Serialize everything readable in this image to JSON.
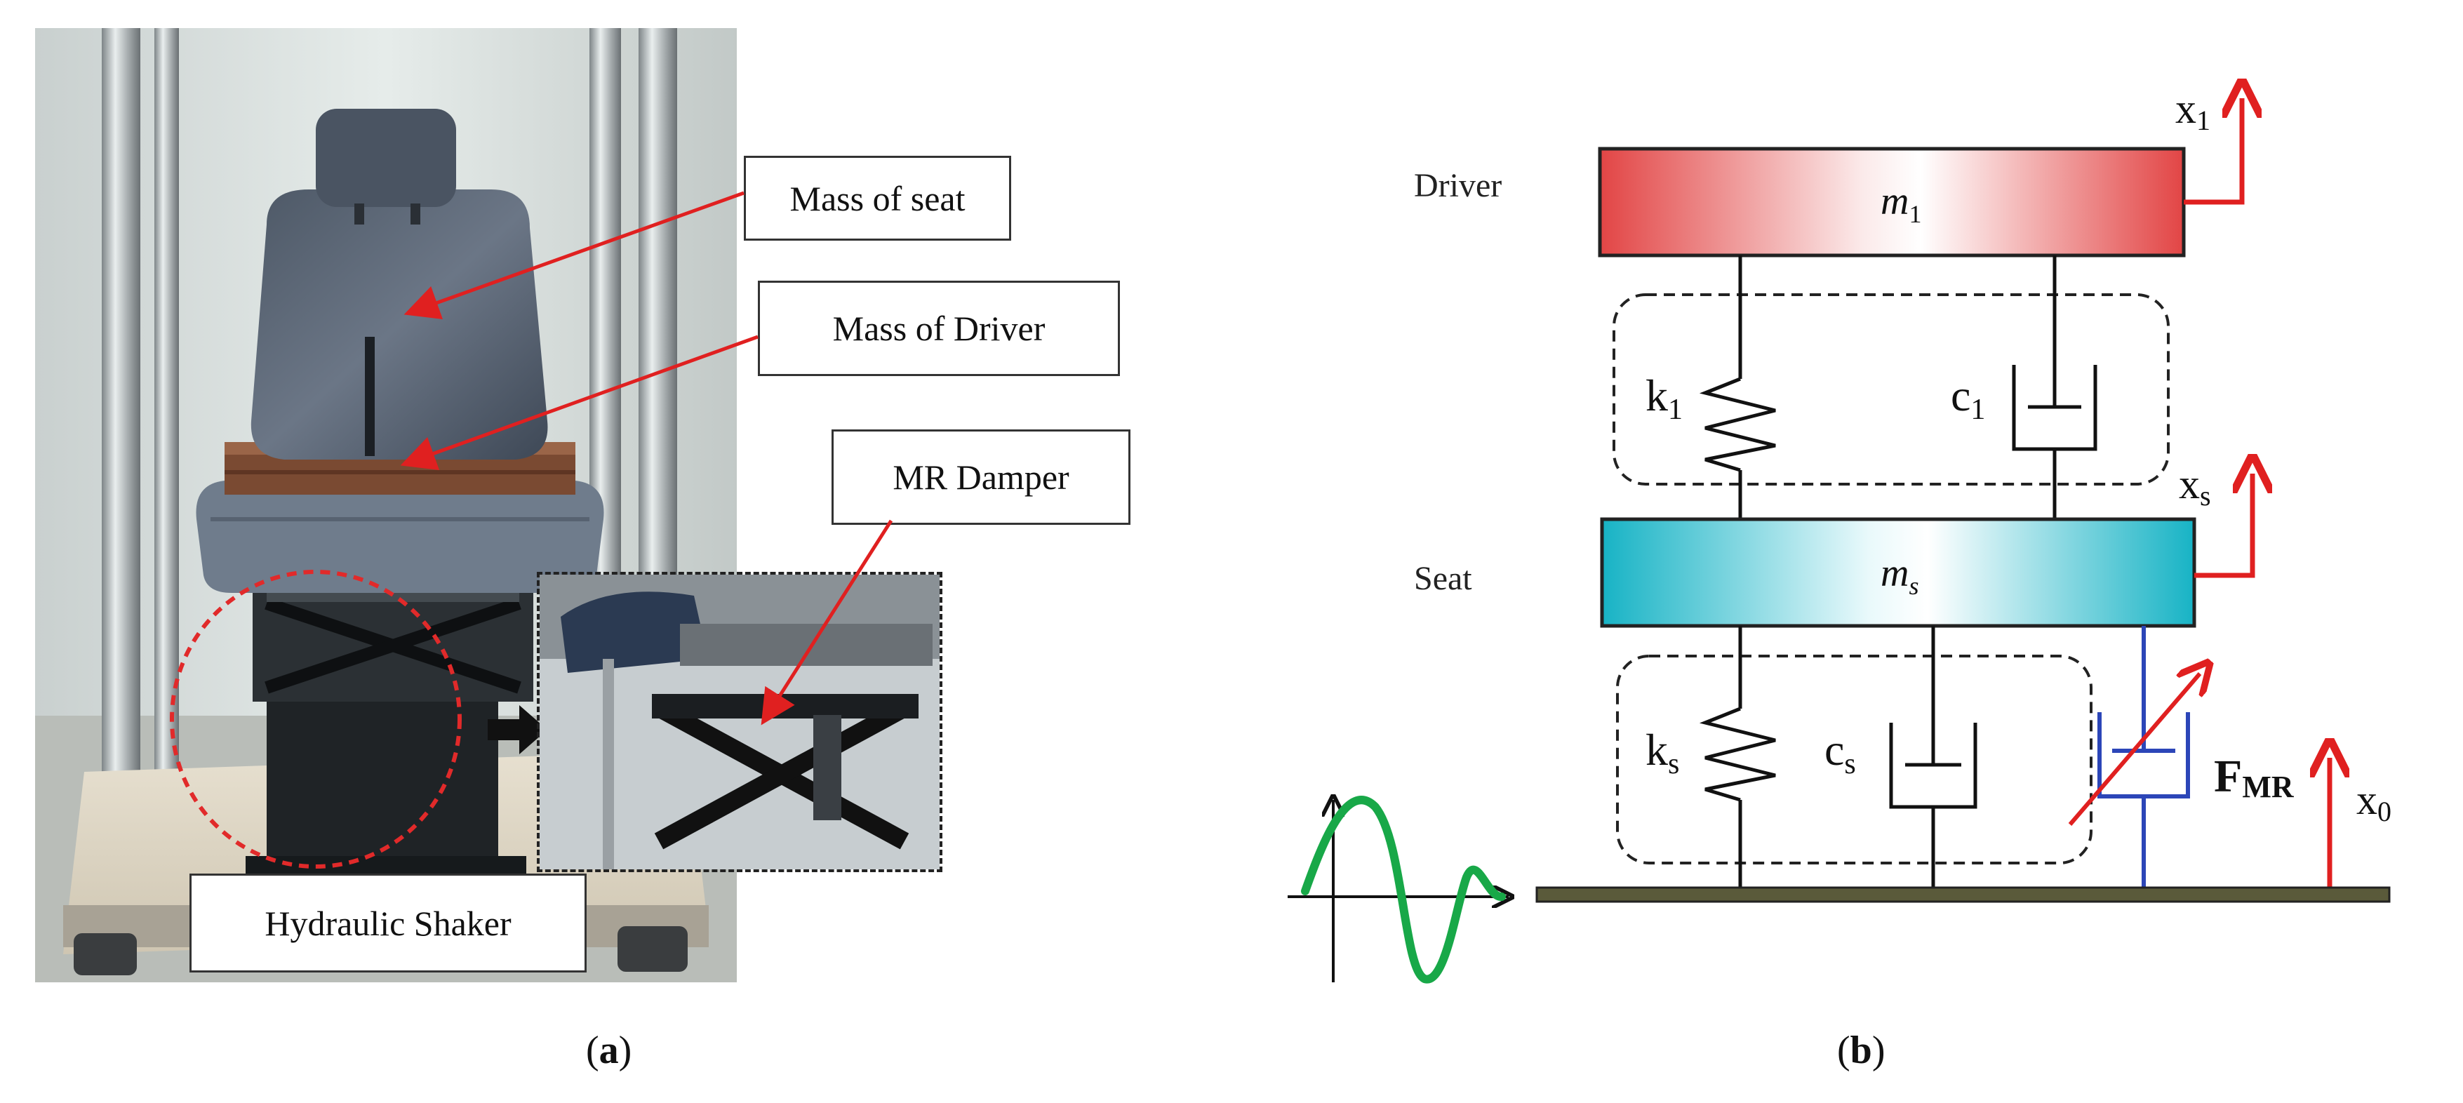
{
  "panel_a": {
    "callouts": {
      "mass_of_seat": "Mass of seat",
      "mass_of_driver": "Mass of Driver",
      "mr_damper": "MR Damper",
      "hydraulic_shaker": "Hydraulic Shaker"
    },
    "caption_letter": "a"
  },
  "panel_b": {
    "driver_label": "Driver",
    "seat_label": "Seat",
    "m1": "m",
    "m1_sub": "1",
    "ms": "m",
    "ms_sub": "s",
    "k1": "k",
    "k1_sub": "1",
    "c1": "c",
    "c1_sub": "1",
    "ks": "k",
    "ks_sub": "s",
    "cs": "c",
    "cs_sub": "s",
    "fmr": "F",
    "fmr_sub": "MR",
    "x1": "x",
    "x1_sub": "1",
    "xs": "x",
    "xs_sub": "s",
    "x0": "x",
    "x0_sub": "0",
    "caption_letter": "b"
  },
  "colors": {
    "driver_mass": "#e04848",
    "seat_mass": "#1ab8c8",
    "arrow_red": "#e02020",
    "mr_blue": "#2c46b8",
    "ground": "#5a5a3a",
    "wave_green": "#18a848"
  }
}
